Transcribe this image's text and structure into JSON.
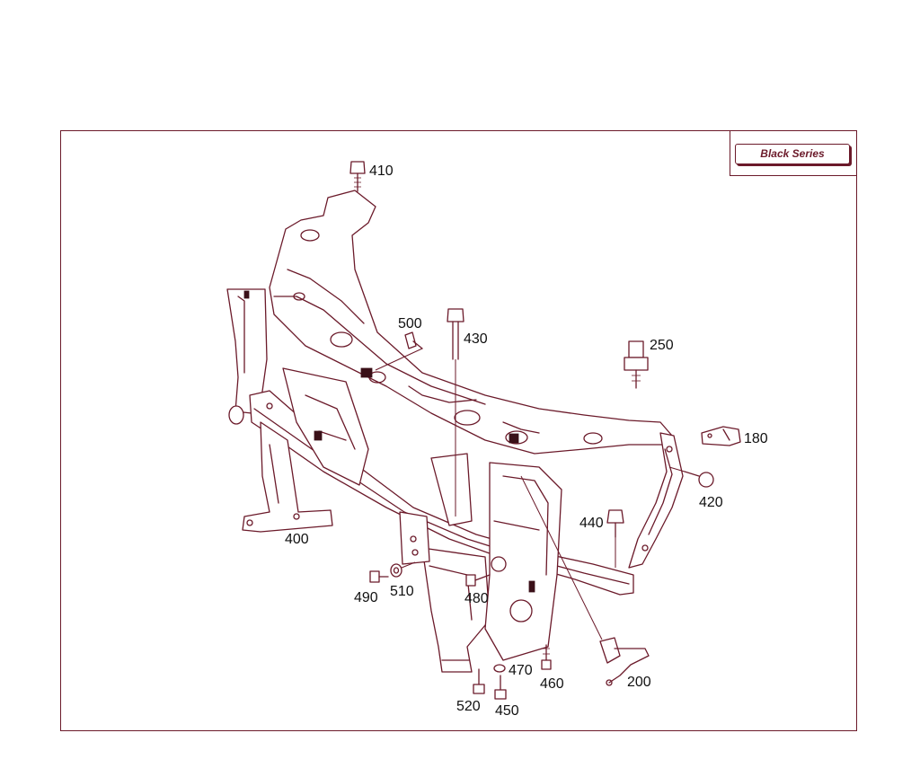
{
  "badge": {
    "text": "Black Series"
  },
  "parts": [
    "410",
    "500",
    "430",
    "250",
    "180",
    "420",
    "440",
    "400",
    "490",
    "510",
    "480",
    "470",
    "460",
    "200",
    "520",
    "450"
  ],
  "colors": {
    "line": "#6b1a2a",
    "text": "#111111"
  }
}
